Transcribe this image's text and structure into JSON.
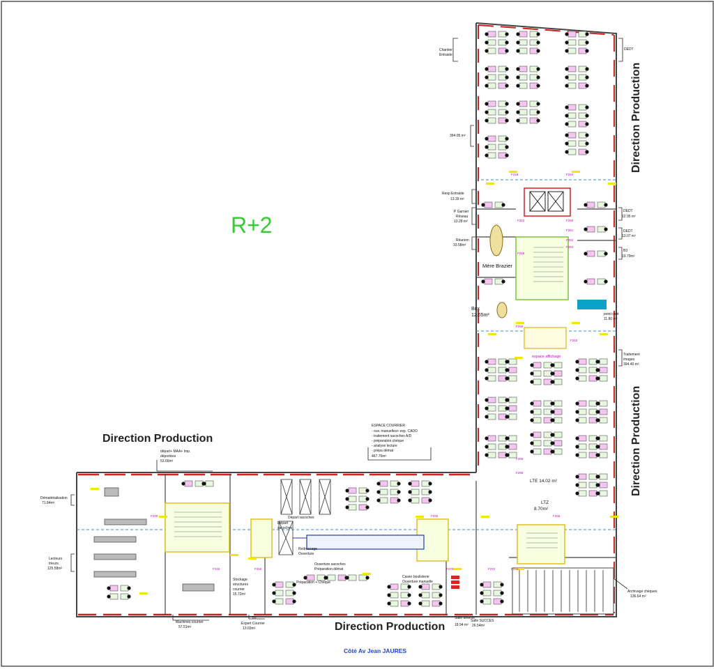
{
  "floor_label": "R+2",
  "direction_top_right": "Direction Production",
  "direction_mid_right": "Direction Production",
  "direction_left": "Direction Production",
  "direction_bottom": "Direction Production",
  "street_label": "Côté Av Jean JAURES",
  "rooms": {
    "chantier_entraide": [
      "Chantier",
      "Entraide"
    ],
    "dedt_top": "DEDT",
    "area_394": "394.05 m²",
    "resp_entraide": [
      "Resp Entraide",
      "13.39 m²"
    ],
    "p_garnier": [
      "P Garnier",
      "Réseau",
      "13.28 m²"
    ],
    "reunion": [
      "Réunion",
      "33.58m²"
    ],
    "dedt_1295": [
      "DEDT",
      "12.95 m²"
    ],
    "dedt_1307": [
      "DEDT",
      "13.07 m²"
    ],
    "b3": [
      "B3",
      "19.79m²"
    ],
    "mere_brazier": "Mère Brazier",
    "box": [
      "Box",
      "12.65m²"
    ],
    "point_cafe": [
      "point café",
      "11.80 m²"
    ],
    "traitement_images": [
      "Traitement",
      "images",
      "394.40 m²"
    ],
    "espace_affichage": "espace affichage",
    "lte": "LTE  14.02 m²",
    "ltz": [
      "LTZ",
      "8.70m²"
    ],
    "archivage_cheques": [
      "Archivage chèques",
      "136.64 m²"
    ],
    "salle_succes": [
      "Salle SUCCES",
      "26.54m²"
    ],
    "salle_detente": [
      "Salle détente",
      "18.94 m²"
    ],
    "expert_courrier": [
      "B1",
      "Expert Courrier",
      "13.03m²"
    ],
    "machines_courrier": [
      "Machines courrier",
      "57.51m²"
    ],
    "stockage": [
      "Stockage",
      "structures",
      "courrier",
      "15.72m²"
    ],
    "lecteurs_trieurs": [
      "Lecteurs",
      "trieurs",
      "125.58m²"
    ],
    "dematerialisation": [
      "Dématérialisation",
      "71.84m²"
    ],
    "depart_maa": [
      "départ+ MAA+ Imp.",
      "déportées",
      "53.66m²"
    ],
    "espace_courrier": [
      "ESPACE COURRIER",
      "- ouv. manuelles+ exp. CADO",
      "- traitement sacoches A/D",
      "- préparation chèque",
      "- analyse lecture",
      "- prépa démat",
      "467.70m²"
    ],
    "depart_sacoches": "Départ sacoches",
    "ouverture_sacoches": "Ouverture sacoches",
    "preparation_demat": "Préparation démat",
    "preparation_chequier": "Préparation + Chèque",
    "casier_bouliste": [
      "Casier boulisterie",
      "Ouverture manuelle"
    ],
    "redressage": [
      "Redressage",
      "Ouverture"
    ],
    "depart_lbl": [
      "Départ",
      "sacoches"
    ]
  },
  "door_codes": {
    "r1": "F218",
    "r2": "F220",
    "r3": "F222",
    "r4": "F216",
    "r5": "F250",
    "r6": "F252",
    "r7": "F251",
    "r8": "F254",
    "r9": "F258",
    "r10": "F263",
    "r11": "F286",
    "r12": "F295",
    "b1": "F230",
    "b2": "F232",
    "b3": "F246",
    "b4": "F250",
    "b5": "F270",
    "b6": "F272",
    "b7": "F274",
    "b8": "F266"
  },
  "colors": {
    "floor_label": "#33cc33",
    "street_label": "#2244cc",
    "accent_magenta": "#cc00cc",
    "wall_red": "#cc2222",
    "wall_dark": "#222222"
  }
}
